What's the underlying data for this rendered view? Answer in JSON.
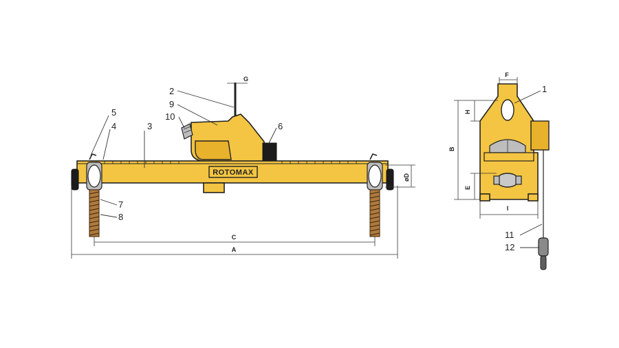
{
  "brand": "ROTOMAX",
  "callouts": {
    "c1": "1",
    "c2": "2",
    "c3": "3",
    "c4": "4",
    "c5": "5",
    "c6": "6",
    "c7": "7",
    "c8": "8",
    "c9": "9",
    "c10": "10",
    "c11": "11",
    "c12": "12"
  },
  "dimensions": {
    "A": "A",
    "B": "B",
    "C": "C",
    "D": "øD",
    "E": "E",
    "F": "F",
    "G": "G",
    "H": "H",
    "I": "I"
  },
  "colors": {
    "body": "#f4c542",
    "body_shade": "#e9b22c",
    "outline": "#222222",
    "spring": "#b07a3b"
  }
}
